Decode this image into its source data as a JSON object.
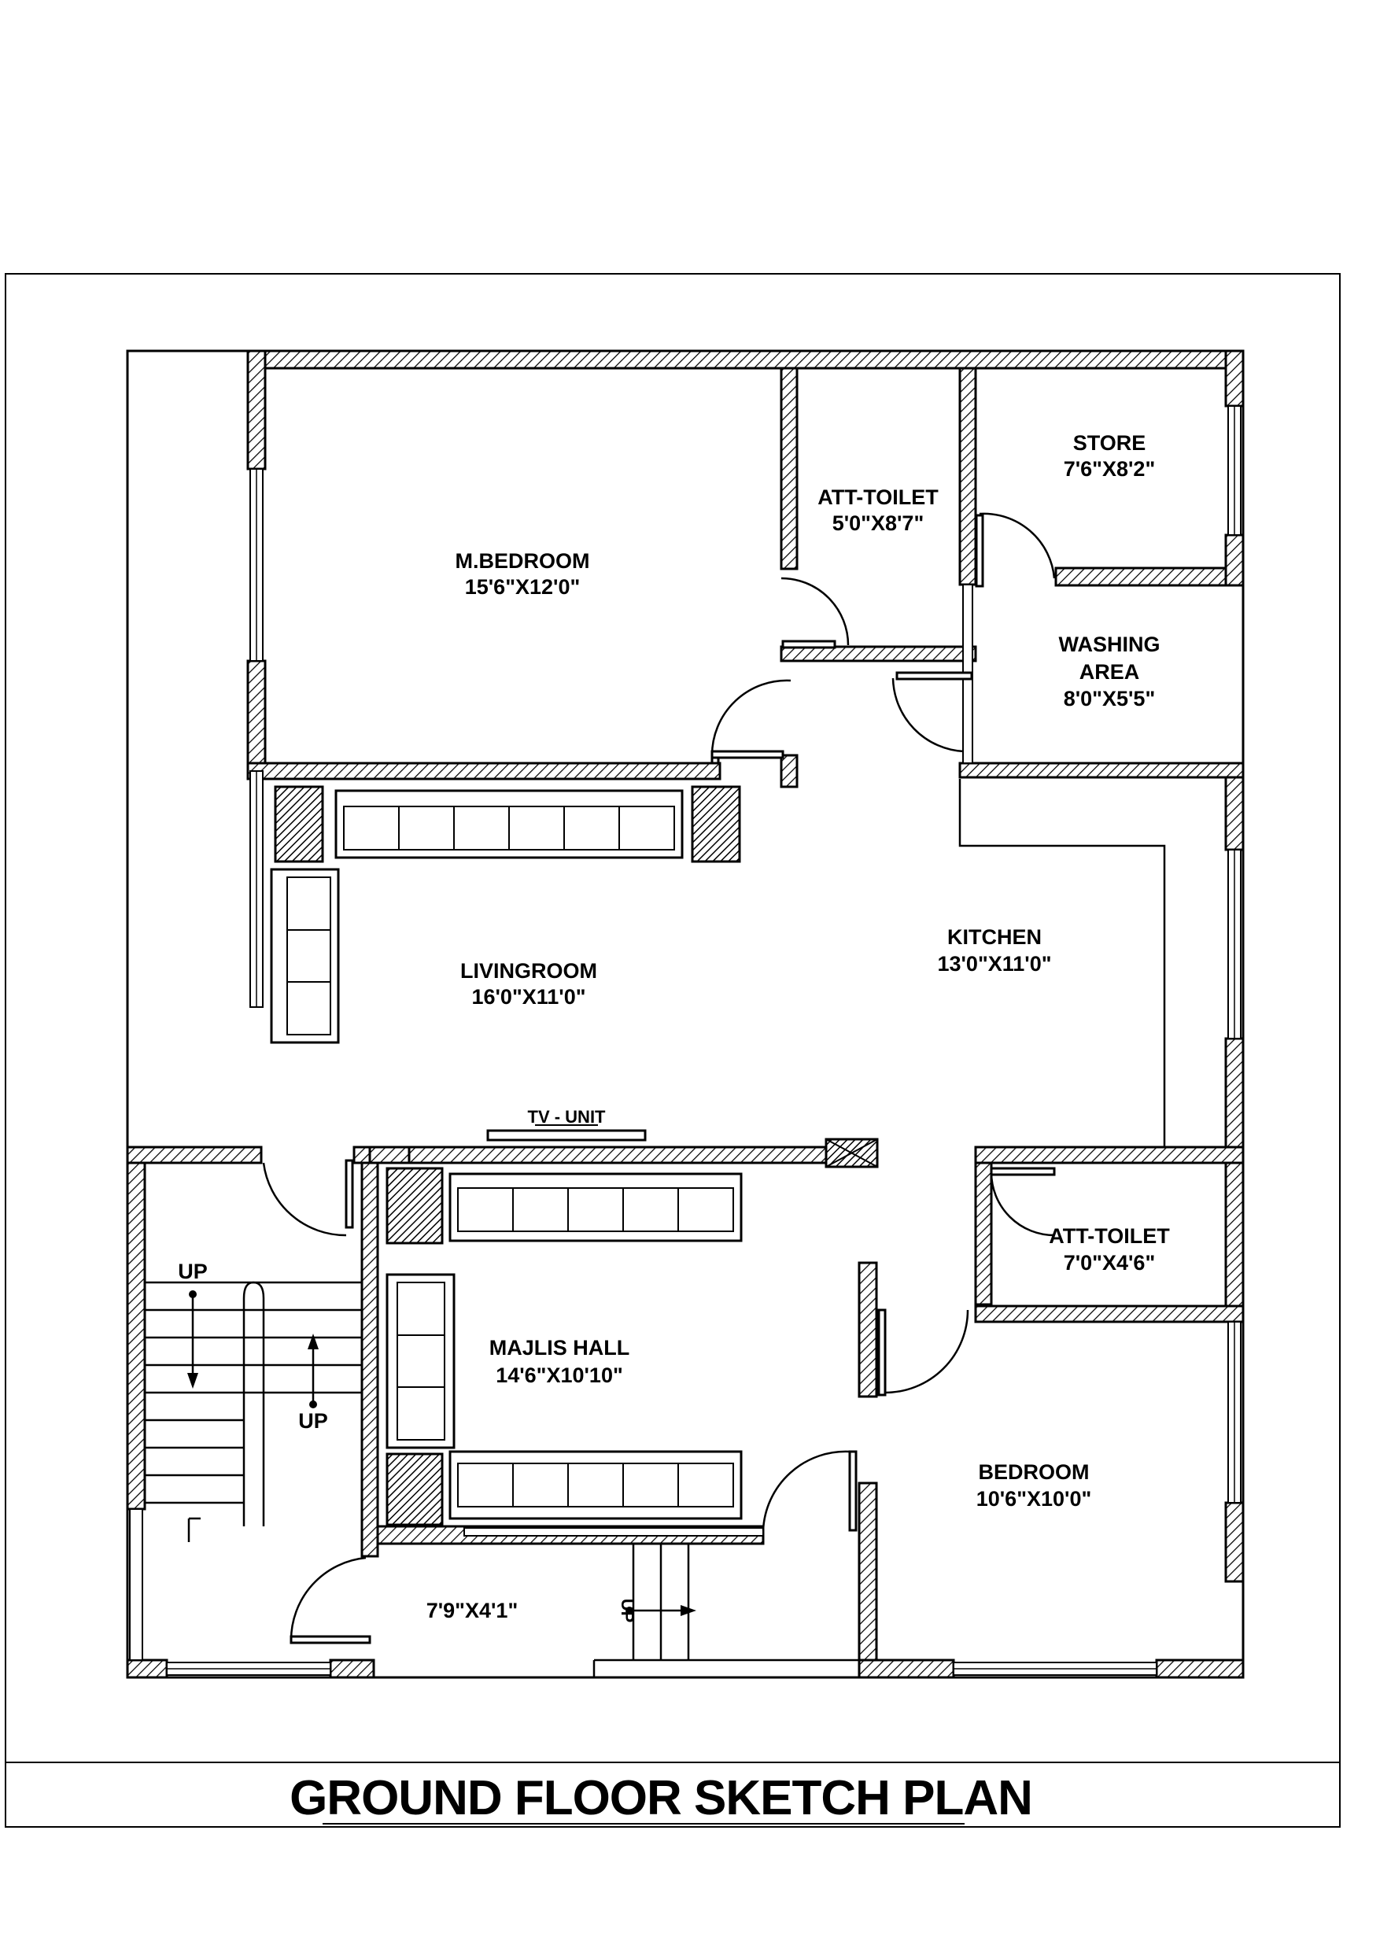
{
  "drawing": {
    "title": "GROUND FLOOR SKETCH PLAN"
  },
  "rooms": {
    "master_bedroom": {
      "name": "M.BEDROOM",
      "size": "15'6\"X12'0\""
    },
    "att_toilet_1": {
      "name": "ATT-TOILET",
      "size": "5'0\"X8'7\""
    },
    "store": {
      "name": "STORE",
      "size": "7'6\"X8'2\""
    },
    "washing_area": {
      "name_line1": "WASHING",
      "name_line2": "AREA",
      "size": "8'0\"X5'5\""
    },
    "living_room": {
      "name": "LIVINGROOM",
      "size": "16'0\"X11'0\""
    },
    "kitchen": {
      "name": "KITCHEN",
      "size": "13'0\"X11'0\""
    },
    "tv_unit": {
      "name": "TV - UNIT"
    },
    "att_toilet_2": {
      "name": "ATT-TOILET",
      "size": "7'0\"X4'6\""
    },
    "majlis_hall": {
      "name": "MAJLIS HALL",
      "size": "14'6\"X10'10\""
    },
    "bedroom": {
      "name": "BEDROOM",
      "size": "10'6\"X10'0\""
    },
    "entrance": {
      "size": "7'9\"X4'1\""
    }
  },
  "stairs": {
    "up_label_1": "UP",
    "up_label_2": "UP",
    "up_label_3": "UP"
  },
  "colors": {
    "line": "#000000",
    "background": "#ffffff"
  }
}
